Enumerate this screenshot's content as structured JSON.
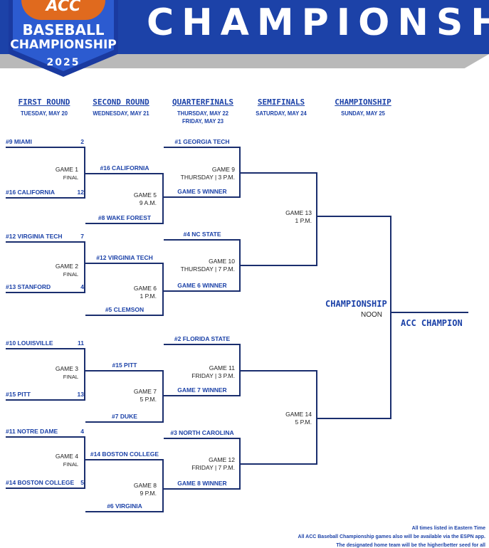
{
  "header": {
    "title": "CHAMPIONSHIP",
    "logo": {
      "brand": "ACC",
      "line1": "BASEBALL",
      "line2": "CHAMPIONSHIP",
      "year": "2025"
    }
  },
  "rounds": [
    {
      "name": "FIRST ROUND",
      "date": "TUESDAY, MAY 20"
    },
    {
      "name": "SECOND ROUND",
      "date": "WEDNESDAY, MAY 21"
    },
    {
      "name": "QUARTERFINALS",
      "date": "THURSDAY, MAY 22",
      "date2": "FRIDAY, MAY 23"
    },
    {
      "name": "SEMIFINALS",
      "date": "SATURDAY, MAY 24"
    },
    {
      "name": "CHAMPIONSHIP",
      "date": "SUNDAY, MAY 25"
    }
  ],
  "first_round": [
    {
      "top": {
        "team": "#9 MIAMI",
        "score": "2"
      },
      "bottom": {
        "team": "#16 CALIFORNIA",
        "score": "12"
      },
      "game": "GAME 1",
      "status": "FINAL"
    },
    {
      "top": {
        "team": "#12 VIRGINIA TECH",
        "score": "7"
      },
      "bottom": {
        "team": "#13 STANFORD",
        "score": "4"
      },
      "game": "GAME 2",
      "status": "FINAL"
    },
    {
      "top": {
        "team": "#10 LOUISVILLE",
        "score": "11"
      },
      "bottom": {
        "team": "#15 PITT",
        "score": "13"
      },
      "game": "GAME 3",
      "status": "FINAL"
    },
    {
      "top": {
        "team": "#11 NOTRE DAME",
        "score": "4"
      },
      "bottom": {
        "team": "#14 BOSTON COLLEGE",
        "score": "5"
      },
      "game": "GAME 4",
      "status": "FINAL"
    }
  ],
  "second_round": [
    {
      "top": "#16 CALIFORNIA",
      "bottom": "#8 WAKE FOREST",
      "game": "GAME 5",
      "time": "9 A.M."
    },
    {
      "top": "#12 VIRGINIA TECH",
      "bottom": "#5 CLEMSON",
      "game": "GAME 6",
      "time": "1 P.M."
    },
    {
      "top": "#15 PITT",
      "bottom": "#7 DUKE",
      "game": "GAME 7",
      "time": "5 P.M."
    },
    {
      "top": "#14 BOSTON COLLEGE",
      "bottom": "#6 VIRGINIA",
      "game": "GAME 8",
      "time": "9 P.M."
    }
  ],
  "quarterfinals": [
    {
      "top": "#1 GEORGIA TECH",
      "bottom": "GAME 5 WINNER",
      "game": "GAME 9",
      "time": "THURSDAY | 3 P.M."
    },
    {
      "top": "#4 NC STATE",
      "bottom": "GAME 6 WINNER",
      "game": "GAME 10",
      "time": "THURSDAY | 7 P.M."
    },
    {
      "top": "#2 FLORIDA STATE",
      "bottom": "GAME 7 WINNER",
      "game": "GAME 11",
      "time": "FRIDAY | 3 P.M."
    },
    {
      "top": "#3 NORTH CAROLINA",
      "bottom": "GAME 8 WINNER",
      "game": "GAME 12",
      "time": "FRIDAY | 7 P.M."
    }
  ],
  "semifinals": [
    {
      "game": "GAME 13",
      "time": "1 P.M."
    },
    {
      "game": "GAME 14",
      "time": "5 P.M."
    }
  ],
  "championship": {
    "title": "CHAMPIONSHIP",
    "time": "NOON",
    "winner": "ACC CHAMPION"
  },
  "footer": [
    "All times listed in Eastern Time",
    "All ACC Baseball Championship games also will be available via the ESPN app.",
    "The designated home team will be the higher/better seed for all"
  ]
}
